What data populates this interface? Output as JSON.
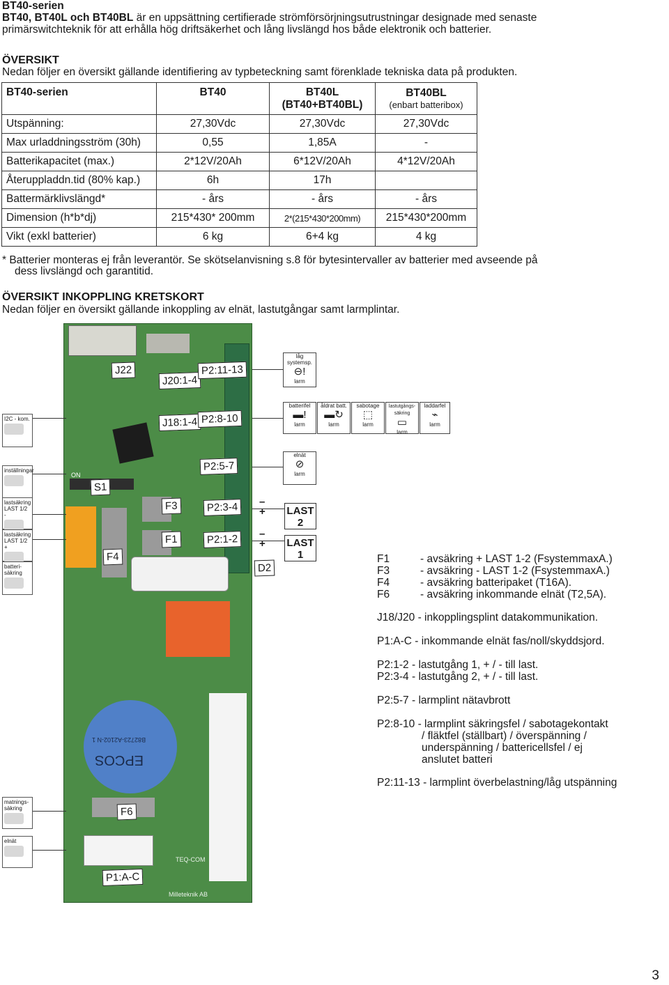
{
  "intro": {
    "series_title": "BT40-serien",
    "lead": "BT40, BT40L och BT40BL",
    "line1_rest": " är en uppsättning certifierade strömförsörjningsutrustningar designade med senaste",
    "line2": "primärswitchteknik för att erhålla hög driftsäkerhet och lång livslängd hos både elektronik och batterier."
  },
  "overview": {
    "heading": "ÖVERSIKT",
    "text": "Nedan följer en översikt gällande identifiering av typbeteckning samt förenklade tekniska data på produkten."
  },
  "table": {
    "headers": [
      "BT40-serien",
      "BT40",
      "BT40L",
      "(BT40+BT40BL)",
      "BT40BL",
      "(enbart batteribox)"
    ],
    "rows": [
      [
        "Utspänning:",
        "27,30Vdc",
        "27,30Vdc",
        "27,30Vdc"
      ],
      [
        "Max urladdningsström (30h)",
        "0,55",
        "1,85A",
        "-"
      ],
      [
        "Batterikapacitet (max.)",
        "2*12V/20Ah",
        "6*12V/20Ah",
        "4*12V/20Ah"
      ],
      [
        "Återuppladdn.tid (80% kap.)",
        "6h",
        "17h",
        ""
      ],
      [
        "Battermärklivslängd*",
        "- års",
        "- års",
        "- års"
      ],
      [
        "Dimension (h*b*dj)",
        "215*430* 200mm",
        "2*(215*430*200mm)",
        "215*430*200mm"
      ],
      [
        "Vikt (exkl batterier)",
        "6 kg",
        "6+4 kg",
        "4 kg"
      ]
    ]
  },
  "footnote": {
    "line1": "* Batterier monteras ej från leverantör. Se skötselanvisning s.8 för bytesintervaller av batterier med avseende på",
    "line2": "dess livslängd och garantitid."
  },
  "wiring": {
    "heading": "ÖVERSIKT INKOPPLING KRETSKORT",
    "text": "Nedan följer en översikt gällande inkoppling av elnät, lastutgångar samt larmplintar."
  },
  "board_labels": {
    "j22": "J22",
    "j20": "J20:1-4",
    "p2_11": "P2:11-13",
    "j18": "J18:1-4",
    "p2_8": "P2:8-10",
    "p2_5": "P2:5-7",
    "s1": "S1",
    "f3": "F3",
    "p2_3": "P2:3-4",
    "f1": "F1",
    "p2_1": "P2:1-2",
    "f4": "F4",
    "d2": "D2",
    "f6": "F6",
    "p1": "P1:A-C",
    "cap_text": "EPCOS",
    "cap_code": "B82723-A2102-N 1",
    "board_mark": "TEQ-COM",
    "maker": "Milleteknik AB",
    "on": "ON"
  },
  "side_boxes": {
    "i2c": "I2C - kom.",
    "settings": "inställningar",
    "fuse1": "lastsäkring LAST 1/2 -",
    "fuse2": "lastsäkring LAST 1/2 +",
    "batt": "batteri-säkring",
    "mains_fuse": "matnings-säkring",
    "mains": "elnät"
  },
  "alarms": {
    "low": "låg systemsp.",
    "larm": "larm",
    "battfail": "batterifel",
    "aged": "åldrat batt.",
    "sabotage": "sabotage",
    "overload": "lastutgångs-säkring",
    "chargefail": "laddarfel",
    "mains": "elnät"
  },
  "loads": {
    "last2": "LAST",
    "last2_n": "2",
    "last1": "LAST",
    "last1_n": "1",
    "minus": "–",
    "plus": "+"
  },
  "legend": [
    {
      "key": "F1",
      "val": "- avsäkring + LAST 1-2 (FsystemmaxA.)"
    },
    {
      "key": "F3",
      "val": "- avsäkring  -  LAST 1-2 (FsystemmaxA.)"
    },
    {
      "key": "F4",
      "val": "- avsäkring batteripaket (T16A)."
    },
    {
      "key": "F6",
      "val": "- avsäkring inkommande elnät (T2,5A)."
    }
  ],
  "legend2": {
    "j18": "J18/J20 - inkopplingsplint datakommunikation.",
    "p1": "P1:A-C  - inkommande elnät fas/noll/skyddsjord.",
    "p2_1": "P2:1-2   - lastutgång 1, + / - till last.",
    "p2_3": "P2:3-4   - lastutgång 2, + / - till last.",
    "p2_5": "P2:5-7   - larmplint nätavbrott",
    "p2_8a": "P2:8-10 - larmplint säkringsfel / sabotagekontakt",
    "p2_8b": "/ fläktfel (ställbart) / överspänning /",
    "p2_8c": "underspänning / battericellsfel / ej",
    "p2_8d": "anslutet batteri",
    "p2_11": "P2:11-13 - larmplint överbelastning/låg utspänning"
  },
  "page_number": "3"
}
